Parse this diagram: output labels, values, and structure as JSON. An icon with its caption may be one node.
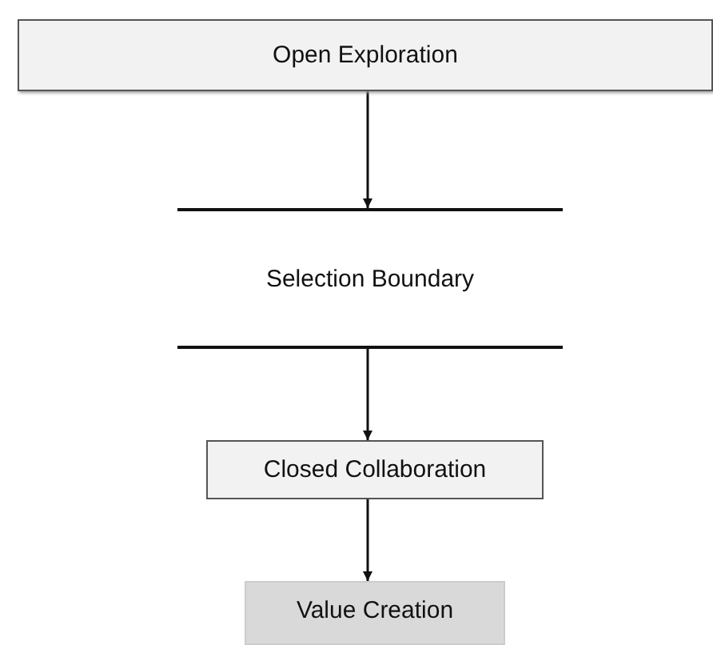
{
  "diagram": {
    "nodes": [
      {
        "text": [
          "Open Exploration"
        ]
      },
      {
        "text": [
          "Selection Boundary"
        ]
      },
      {
        "text": [
          "Closed Collaboration"
        ]
      },
      {
        "text": [
          "Value Creation"
        ]
      }
    ],
    "edges": [
      {
        "from": 0,
        "to": 1,
        "arrow": "to"
      },
      {
        "from": 1,
        "to": 2,
        "arrow": "to"
      },
      {
        "from": 2,
        "to": 3,
        "arrow": "to"
      }
    ]
  }
}
